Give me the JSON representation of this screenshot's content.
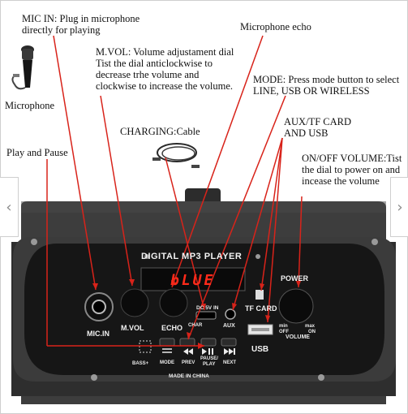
{
  "annotations": {
    "mic_in": "MIC IN: Plug in microphone directly for playing",
    "microphone_echo": "Microphone echo",
    "mvol": "M.VOL: Volume adjustament dial Tist the dial anticlockwise to decrease trhe volume and clockwise to increase the volume.",
    "mode": "MODE: Press mode button to select LINE, USB OR WIRELESS",
    "microphone": "Microphone",
    "play_pause": "Play and Pause",
    "charging": "CHARGING:Cable",
    "aux_tf_usb": "AUX/TF CARD AND USB",
    "power": "ON/OFF VOLUME:Tist the dial to power on and incease the volume"
  },
  "navigation": {
    "prev_glyph": "‹",
    "next_glyph": "›"
  },
  "panel": {
    "title": "DIGITAL MP3 PLAYER",
    "display_text": "bLUE",
    "mic_in_label": "MIC.IN",
    "mvol_label": "M.VOL",
    "echo_label": "ECHO",
    "dc_label": "DC 5V IN",
    "char_label": "CHAR",
    "aux_label": "AUX",
    "tf_label": "TF CARD",
    "usb_label": "USB",
    "power_label": "POWER",
    "volume_label": "VOLUME",
    "min_label": "min",
    "off_label": "OFF",
    "max_label": "max",
    "on_label": "ON",
    "bass_label": "BASS+",
    "mode_label": "MODE",
    "prev_label": "PREV",
    "pause_label": "PAUSE/",
    "play_label": "PLAY",
    "next_label": "NEXT",
    "made_in": "MADE IN CHINA"
  },
  "colors": {
    "arrow": "#d8231a",
    "display": "#ff2a1a",
    "panel": "#1c1c1c",
    "body": "#3a3a3a"
  }
}
